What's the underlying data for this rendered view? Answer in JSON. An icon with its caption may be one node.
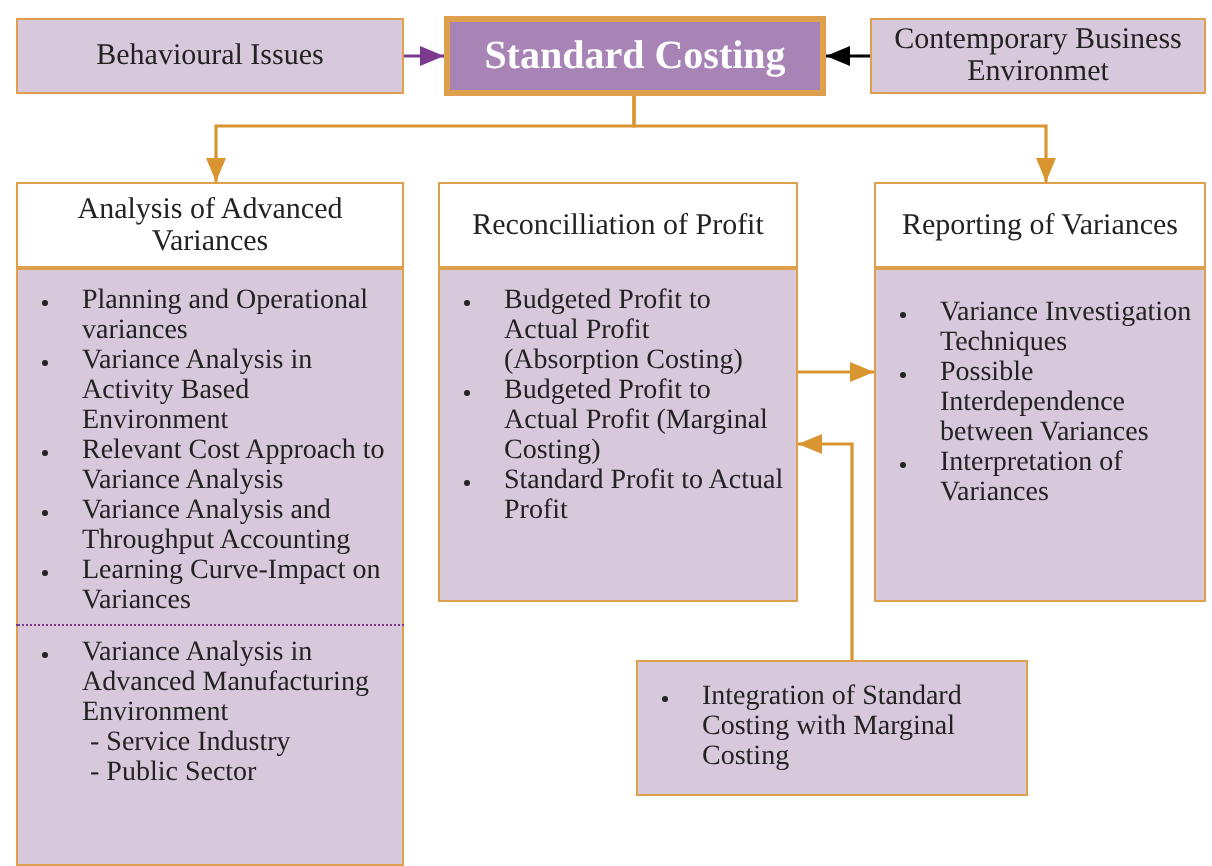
{
  "diagram": {
    "nodes": [
      {
        "text": [
          "Behavioural Issues"
        ]
      },
      {
        "text": [
          "Standard Costing"
        ]
      },
      {
        "text": [
          "Contemporary Business Environmet"
        ]
      },
      {
        "text": [
          "Analysis of Advanced Variances"
        ]
      },
      {
        "text": [
          "Planning and Operational variances",
          "Variance Analysis in Activity Based Environment",
          "Relevant Cost Approach to Variance Analysis",
          "Variance Analysis and Throughput Accounting",
          "Learning Curve-Impact on Variances",
          "Variance Analysis in Advanced Manufacturing Environment",
          "- Service Industry",
          "- Public Sector"
        ]
      },
      {
        "text": [
          "Reconcilliation of Profit"
        ]
      },
      {
        "text": [
          "Budgeted Profit to Actual Profit (Absorption Costing)",
          "Budgeted Profit to Actual Profit (Marginal Costing)",
          "Standard Profit to Actual Profit"
        ]
      },
      {
        "text": [
          "Reporting of Variances"
        ]
      },
      {
        "text": [
          "Variance Investigation Techniques",
          "Possible Interdependence between Variances",
          "Interpretation of Variances"
        ]
      },
      {
        "text": [
          "Integration of Standard Costing with Marginal Costing"
        ]
      }
    ],
    "edges": [
      {
        "from": 0,
        "to": 1,
        "arrow": "to",
        "color": "#7b3a8e"
      },
      {
        "from": 2,
        "to": 1,
        "arrow": "to",
        "color": "#000000"
      },
      {
        "from": 1,
        "to": 3,
        "arrow": "to"
      },
      {
        "from": 1,
        "to": 7,
        "arrow": "to"
      },
      {
        "from": 6,
        "to": 8,
        "arrow": "to"
      },
      {
        "from": 9,
        "to": 6,
        "arrow": "to"
      }
    ]
  }
}
